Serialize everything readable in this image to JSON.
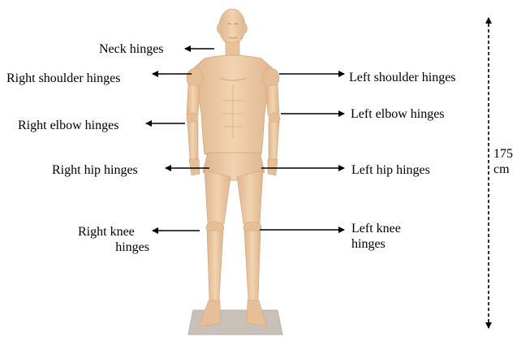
{
  "labels": {
    "neck": "Neck hinges",
    "right_shoulder": "Right shoulder hinges",
    "left_shoulder": "Left shoulder hinges",
    "right_elbow": "Right elbow hinges",
    "left_elbow": "Left elbow hinges",
    "right_hip": "Right hip hinges",
    "left_hip": "Left hip hinges",
    "right_knee_line1": "Right knee",
    "right_knee_line2": "hinges",
    "left_knee_line1": "Left knee",
    "left_knee_line2": "hinges"
  },
  "height": {
    "value": "175",
    "unit": "cm"
  },
  "colors": {
    "skin": "#EBC9A4",
    "skin_shadow": "#D9AF86",
    "base": "#C8C0B8",
    "arrow": "#000000"
  }
}
